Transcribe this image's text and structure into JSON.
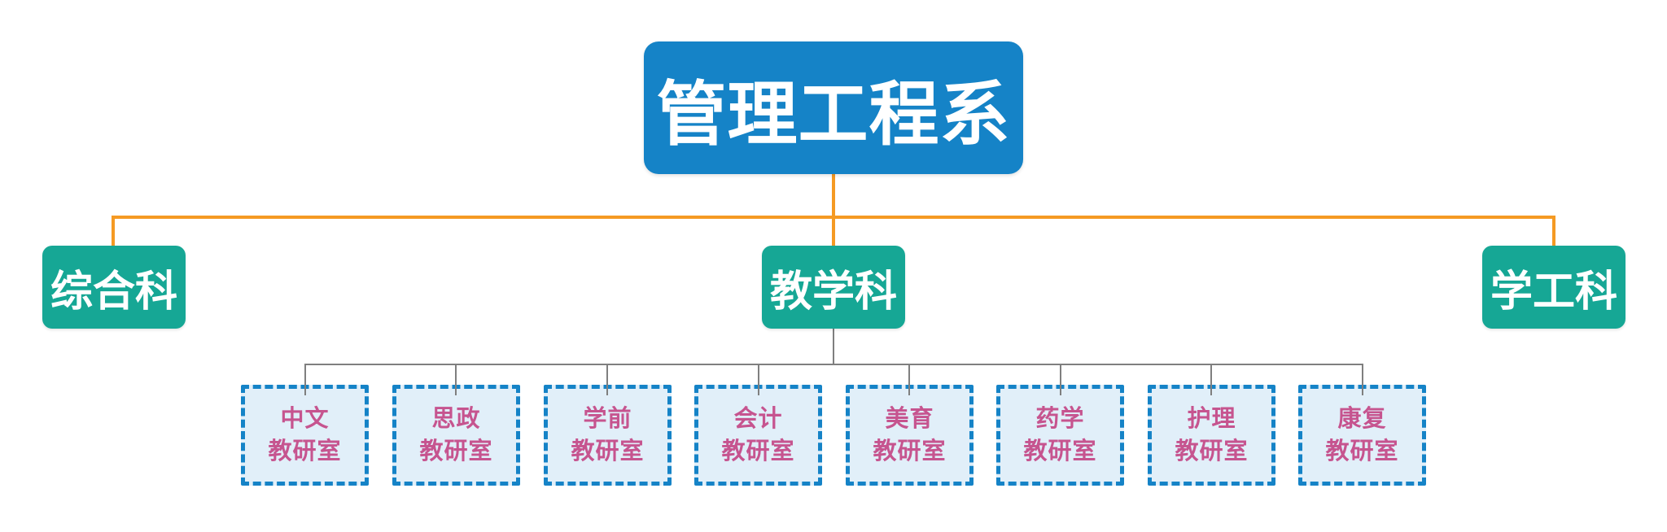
{
  "title": "管理工程系",
  "departments": [
    {
      "label": "综合科"
    },
    {
      "label": "教学科"
    },
    {
      "label": "学工科"
    }
  ],
  "offices": [
    {
      "line1": "中文",
      "line2": "教研室"
    },
    {
      "line1": "思政",
      "line2": "教研室"
    },
    {
      "line1": "学前",
      "line2": "教研室"
    },
    {
      "line1": "会计",
      "line2": "教研室"
    },
    {
      "line1": "美育",
      "line2": "教研室"
    },
    {
      "line1": "药学",
      "line2": "教研室"
    },
    {
      "line1": "护理",
      "line2": "教研室"
    },
    {
      "line1": "康复",
      "line2": "教研室"
    }
  ],
  "colors": {
    "root_box_bg": "#1583C7",
    "department_box_bg": "#16A795",
    "node_text": "#FFFFFF",
    "office_fill": "#E1EFF9",
    "office_border": "#1583C7",
    "office_text": "#C6548F",
    "connector_level1": "#F59A23",
    "connector_level2": "#7F7F7F",
    "page_bg": "#FFFFFF"
  }
}
